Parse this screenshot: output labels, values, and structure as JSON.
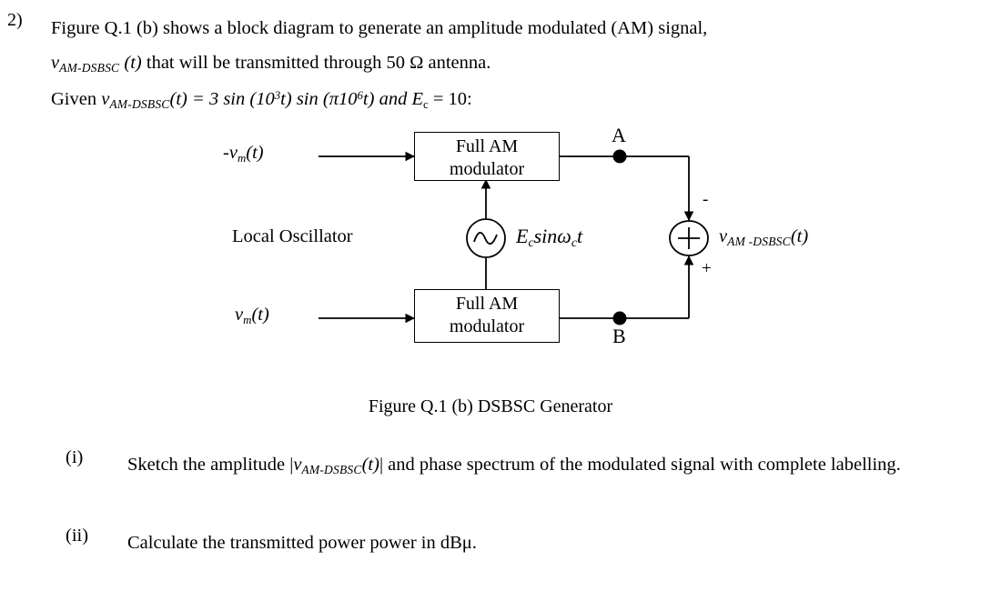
{
  "question": {
    "number": "2)",
    "line1_a": "Figure Q.1 (b) shows a block diagram to generate an amplitude modulated (AM) signal,",
    "line2_v": "v",
    "line2_sub": "AM-DSBSC",
    "line2_t": " (t)",
    "line2_rest": " that will be transmitted through 50 Ω antenna.",
    "line3_given": "Given ",
    "line3_v": "v",
    "line3_sub": "AM-DSBSC",
    "line3_t": "(t)",
    "line3_eq": " = 3 sin (10",
    "line3_sup1": "3",
    "line3_mid": "t) sin (π10",
    "line3_sup2": "6",
    "line3_end": "t) and E",
    "line3_subc": "c",
    "line3_tail": " = 10:"
  },
  "diagram": {
    "input_top_label_prefix": "-",
    "input_top_label_v": "v",
    "input_top_label_sub": "m",
    "input_top_label_t": "(t)",
    "input_bottom_label_v": "v",
    "input_bottom_label_sub": "m",
    "input_bottom_label_t": "(t)",
    "block_top_line1": "Full AM",
    "block_top_line2": "modulator",
    "block_bottom_line1": "Full AM",
    "block_bottom_line2": "modulator",
    "oscillator_name": "Local Oscillator",
    "oscillator_icon": "sine-wave-source-icon",
    "oscillator_expr_E": "E",
    "oscillator_expr_Esub": "c",
    "oscillator_expr_sin": "sin",
    "oscillator_expr_omega": "ω",
    "oscillator_expr_omegasub": "c",
    "oscillator_expr_t": "t",
    "node_a_label": "A",
    "node_b_label": "B",
    "summer_symbol": "+",
    "summer_minus_port": "-",
    "summer_plus_port": "+",
    "output_v": "v",
    "output_sub": "AM -DSBSC",
    "output_t": "(t)"
  },
  "caption": "Figure Q.1 (b) DSBSC Generator",
  "subquestions": [
    {
      "marker": "(i)",
      "text_a": "Sketch the amplitude |",
      "text_v": "v",
      "text_sub": "AM-DSBSC",
      "text_t": "(t)",
      "text_b": "| and phase spectrum of the modulated signal with",
      "text_line2": "complete labelling."
    },
    {
      "marker": "(ii)",
      "text_a": "Calculate the transmitted power power in dBμ.",
      "text_v": "",
      "text_sub": "",
      "text_t": "",
      "text_b": "",
      "text_line2": ""
    }
  ]
}
